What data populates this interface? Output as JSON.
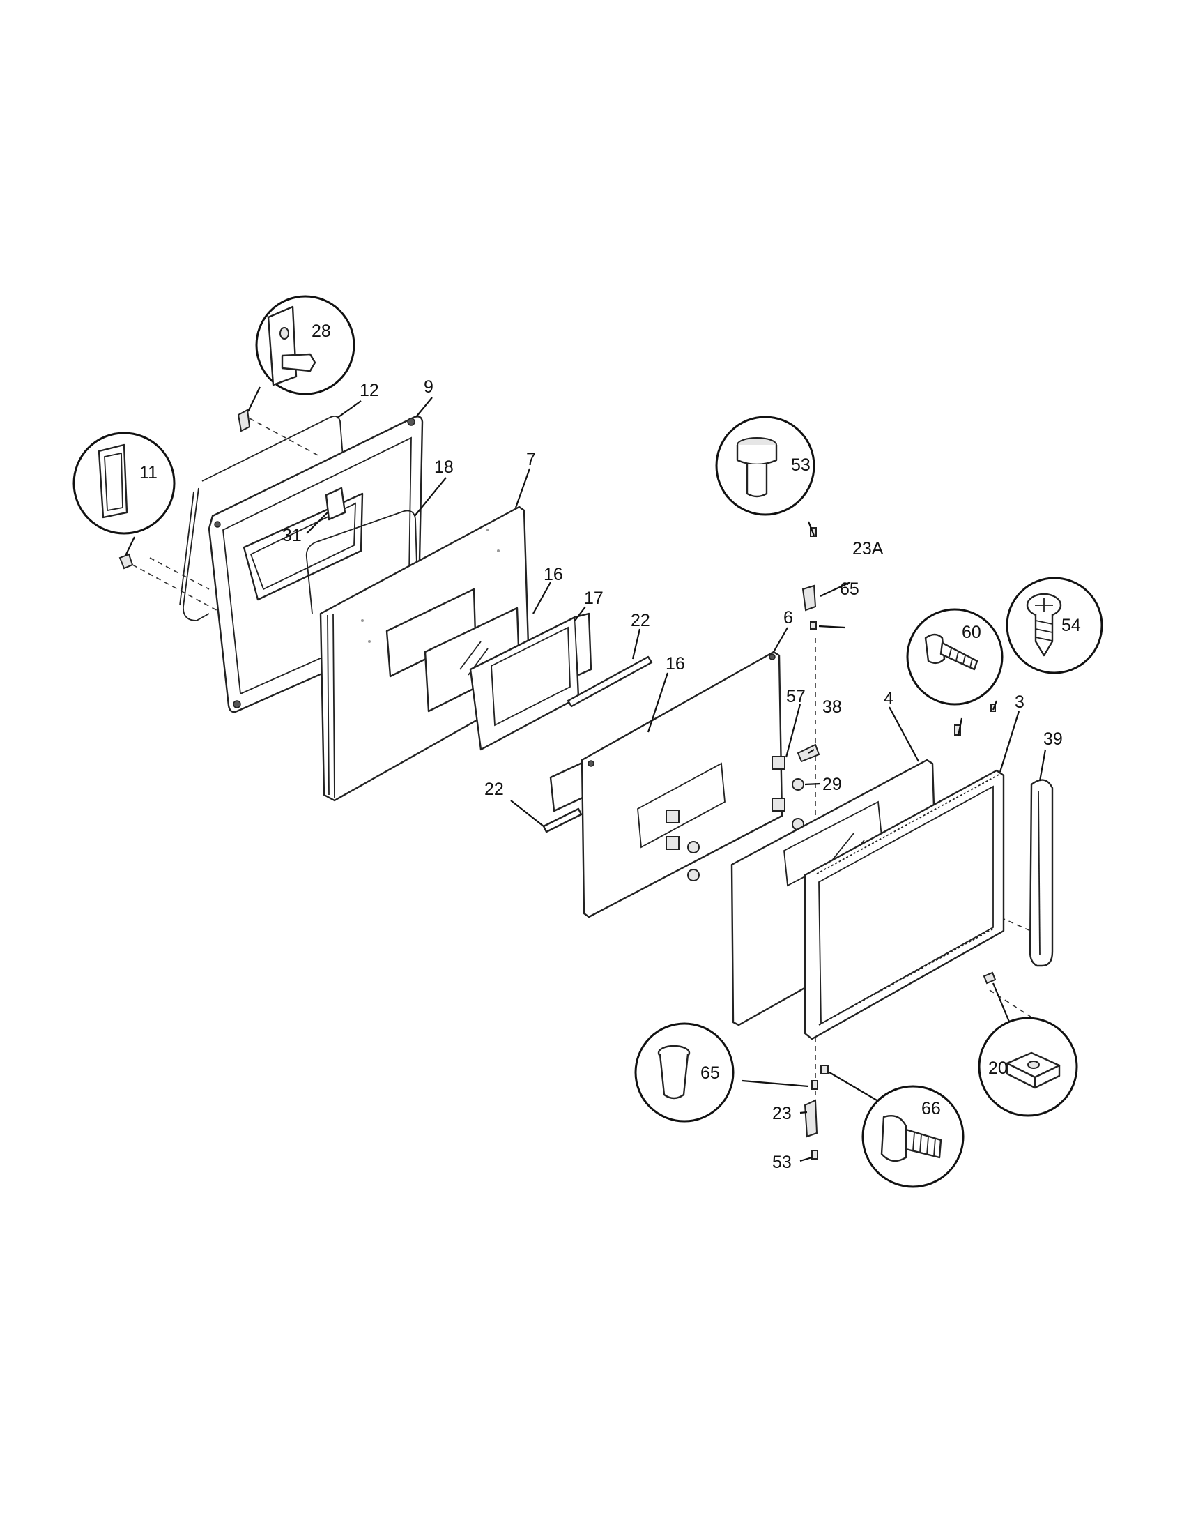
{
  "callouts": [
    {
      "id": "28",
      "label": "28"
    },
    {
      "id": "11",
      "label": "11"
    },
    {
      "id": "53",
      "label": "53"
    },
    {
      "id": "60",
      "label": "60"
    },
    {
      "id": "54",
      "label": "54"
    },
    {
      "id": "65",
      "label": "65"
    },
    {
      "id": "66",
      "label": "66"
    },
    {
      "id": "20",
      "label": "20"
    }
  ],
  "labels": [
    {
      "id": "12",
      "text": "12"
    },
    {
      "id": "9",
      "text": "9"
    },
    {
      "id": "18",
      "text": "18"
    },
    {
      "id": "7",
      "text": "7"
    },
    {
      "id": "31",
      "text": "31"
    },
    {
      "id": "16a",
      "text": "16"
    },
    {
      "id": "17",
      "text": "17"
    },
    {
      "id": "22a",
      "text": "22"
    },
    {
      "id": "16b",
      "text": "16"
    },
    {
      "id": "6",
      "text": "6"
    },
    {
      "id": "23A",
      "text": "23A"
    },
    {
      "id": "65",
      "text": "65"
    },
    {
      "id": "57",
      "text": "57"
    },
    {
      "id": "38",
      "text": "38"
    },
    {
      "id": "29",
      "text": "29"
    },
    {
      "id": "4",
      "text": "4"
    },
    {
      "id": "3",
      "text": "3"
    },
    {
      "id": "39",
      "text": "39"
    },
    {
      "id": "22b",
      "text": "22"
    },
    {
      "id": "23",
      "text": "23"
    },
    {
      "id": "53",
      "text": "53"
    }
  ]
}
